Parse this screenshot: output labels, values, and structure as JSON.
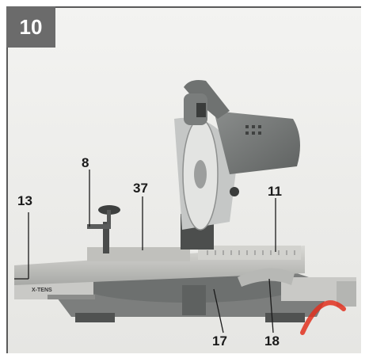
{
  "figure": {
    "number": "10",
    "accent_color": "#6b6b6b",
    "callouts": [
      {
        "id": "c8",
        "label": "8"
      },
      {
        "id": "c13",
        "label": "13"
      },
      {
        "id": "c37",
        "label": "37"
      },
      {
        "id": "c11",
        "label": "11"
      },
      {
        "id": "c17",
        "label": "17"
      },
      {
        "id": "c18",
        "label": "18"
      }
    ],
    "table_brand": "X-TENS",
    "watermark_color": "#e0301e"
  }
}
